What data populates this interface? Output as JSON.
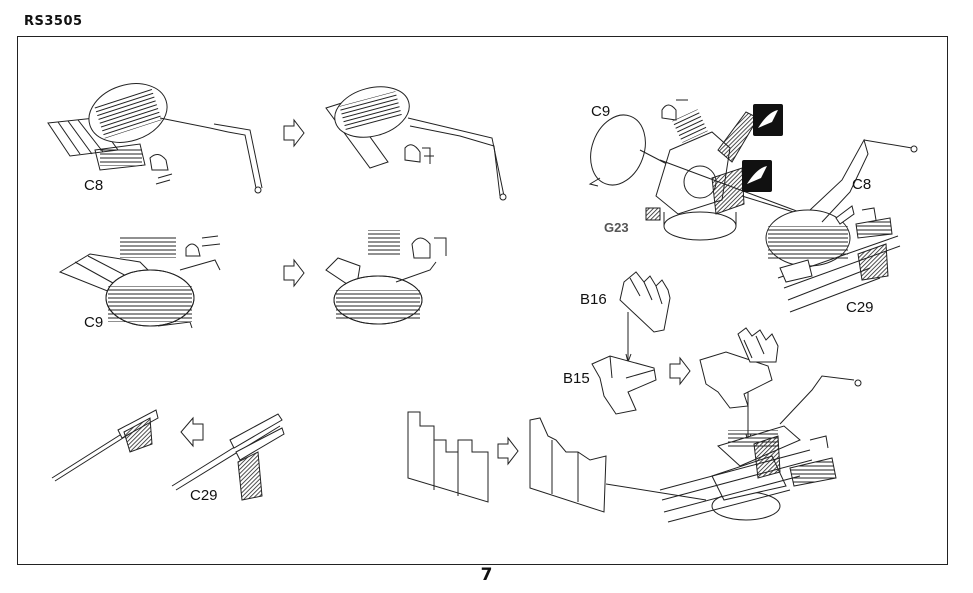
{
  "header": {
    "code": "RS3505"
  },
  "footer": {
    "page_number": "7"
  },
  "labels": {
    "c8_left": "C8",
    "c9_left": "C9",
    "c29_left": "C29",
    "c9_right": "C9",
    "g23": "G23",
    "c8_right": "C8",
    "c29_right": "C29",
    "b16": "B16",
    "b15": "B15"
  },
  "icons": {
    "step_arrow": "hollow-right-arrow",
    "reverse_arrow": "hollow-left-arrow",
    "fold_symbol": "fold-notice-icon"
  }
}
